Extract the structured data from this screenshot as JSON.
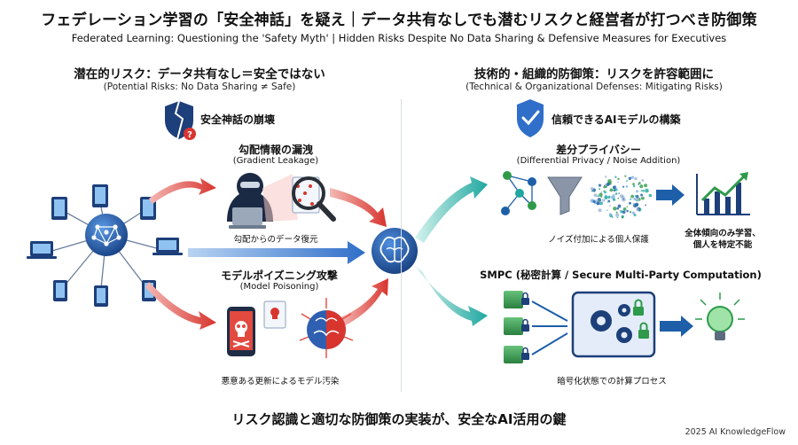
{
  "header": {
    "title_jp": "フェデレーション学習の「安全神話」を疑え｜データ共有なしでも潜むリスクと経営者が打つべき防御策",
    "title_en": "Federated Learning: Questioning the 'Safety Myth' | Hidden Risks Despite No Data Sharing & Defensive Measures for Executives"
  },
  "left": {
    "title": "潜在的リスク：データ共有なし＝安全ではない",
    "subtitle": "(Potential Risks: No Data Sharing ≠ Safe)",
    "myth_label": "安全神話の崩壊",
    "gradient_title": "勾配情報の漏洩",
    "gradient_sub": "(Gradient Leakage)",
    "gradient_caption": "勾配からのデータ復元",
    "poison_title": "モデルポイズニング攻撃",
    "poison_sub": "(Model Poisoning)",
    "poison_caption": "悪意ある更新によるモデル汚染"
  },
  "right": {
    "title": "技術的・組織的防御策：リスクを許容範囲に",
    "subtitle": "(Technical & Organizational Defenses: Mitigating Risks)",
    "trust_label": "信頼できるAIモデルの構築",
    "dp_title": "差分プライバシー",
    "dp_sub": "(Differential Privacy / Noise Addition)",
    "dp_caption": "ノイズ付加による個人保護",
    "dp_result_1": "全体傾向のみ学習、",
    "dp_result_2": "個人を特定不能",
    "smpc_title": "SMPC (秘密計算 / Secure Multi-Party Computation)",
    "smpc_caption": "暗号化状態での計算プロセス"
  },
  "footer": {
    "message": "リスク認識と適切な防御策の実装が、安全なAI活用の鍵",
    "credit": "2025 AI KnowledgeFlow"
  },
  "colors": {
    "dark_blue": "#1d3f7a",
    "mid_blue": "#2f6fc9",
    "red": "#d8352f",
    "green": "#2e9a4a",
    "teal": "#1fa7a0"
  },
  "icons": [
    "broken-shield-icon",
    "question-icon",
    "shield-check-icon",
    "hacker-icon",
    "magnifier-icon",
    "phone-skull-icon",
    "skull-doc-icon",
    "brain-hub-icon",
    "funnel-icon",
    "chart-up-icon",
    "lock-icon",
    "gears-icon",
    "lightbulb-icon"
  ]
}
